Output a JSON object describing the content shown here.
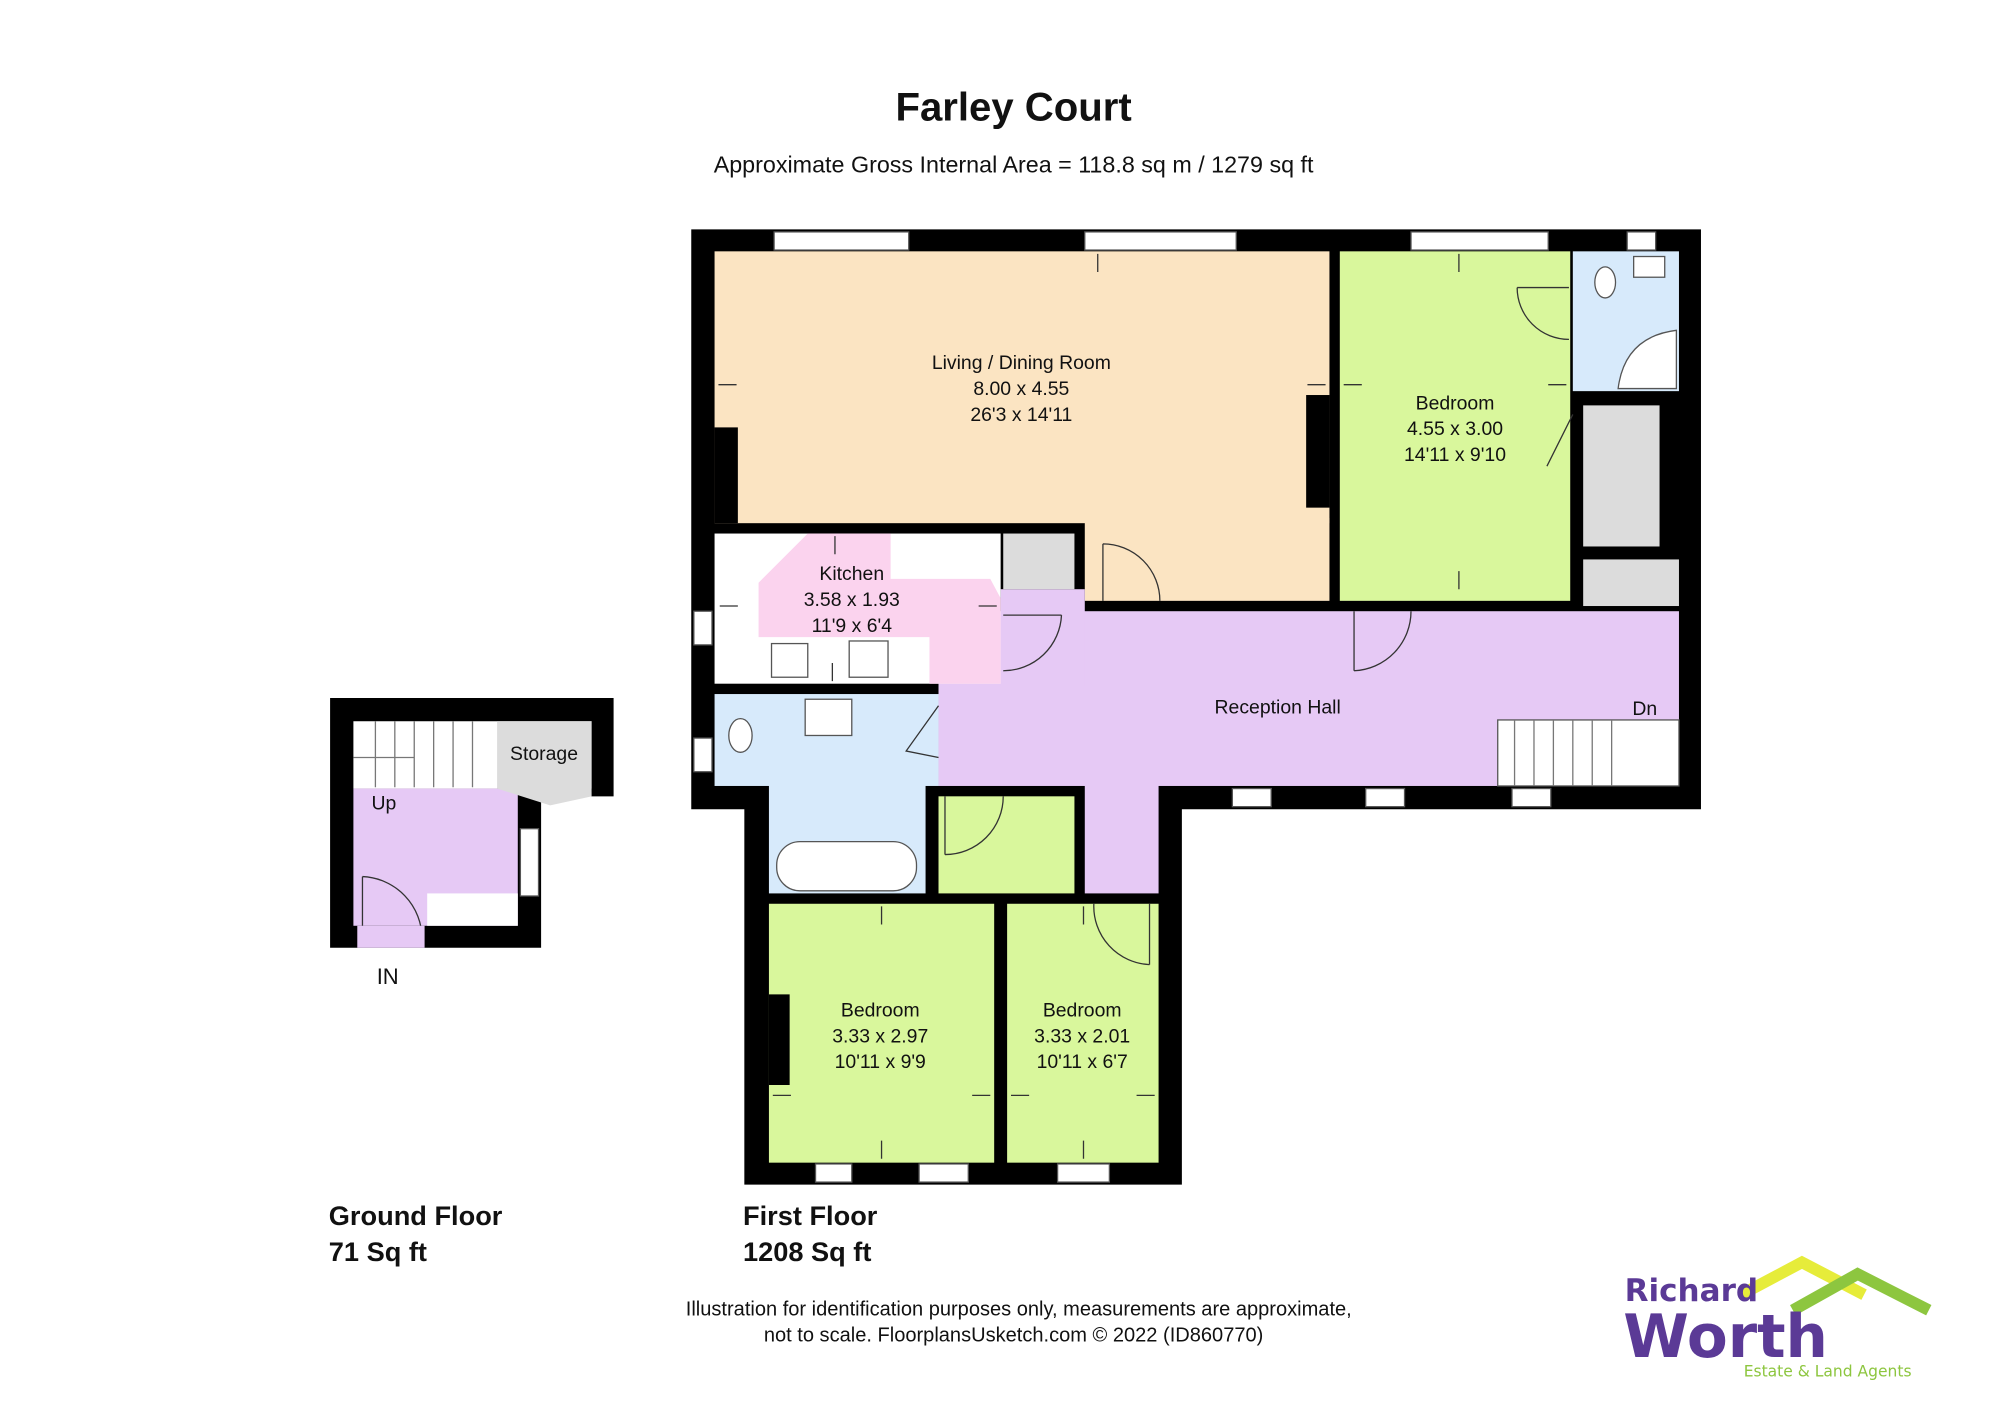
{
  "title": "Farley Court",
  "subtitle": "Approximate Gross Internal Area = 118.8 sq m / 1279 sq ft",
  "rooms": {
    "living": {
      "name": "Living / Dining Room",
      "metric": "8.00 x 4.55",
      "imperial": "26'3 x 14'11"
    },
    "bedroom1": {
      "name": "Bedroom",
      "metric": "4.55 x 3.00",
      "imperial": "14'11 x 9'10"
    },
    "kitchen": {
      "name": "Kitchen",
      "metric": "3.58 x 1.93",
      "imperial": "11'9 x 6'4"
    },
    "hall": {
      "name": "Reception Hall"
    },
    "bedroom2": {
      "name": "Bedroom",
      "metric": "3.33 x 2.97",
      "imperial": "10'11 x 9'9"
    },
    "bedroom3": {
      "name": "Bedroom",
      "metric": "3.33 x 2.01",
      "imperial": "10'11 x 6'7"
    }
  },
  "labels": {
    "dn": "Dn",
    "up": "Up",
    "storage": "Storage",
    "entrance": "IN"
  },
  "floors": [
    {
      "name": "Ground Floor",
      "area": "71 Sq ft"
    },
    {
      "name": "First Floor",
      "area": "1208 Sq ft"
    }
  ],
  "disclaimer": {
    "line1": "Illustration for identification purposes only, measurements are approximate,",
    "line2": "not to scale. FloorplansUsketch.com © 2022 (ID860770)"
  },
  "logo": {
    "line1": "Richard",
    "line2": "Worth",
    "tagline": "Estate & Land Agents"
  },
  "colors": {
    "living": "#fbe4c2",
    "bedroom": "#d9f79c",
    "bathroom": "#d7eafb",
    "hall": "#e6c9f5",
    "kitchen": "#fbd3ee",
    "storage": "#dcdcdc",
    "wall": "#000000",
    "logo_purple": "#5b3a96",
    "logo_green": "#8dc63f",
    "logo_yellow": "#e6ec3a"
  }
}
